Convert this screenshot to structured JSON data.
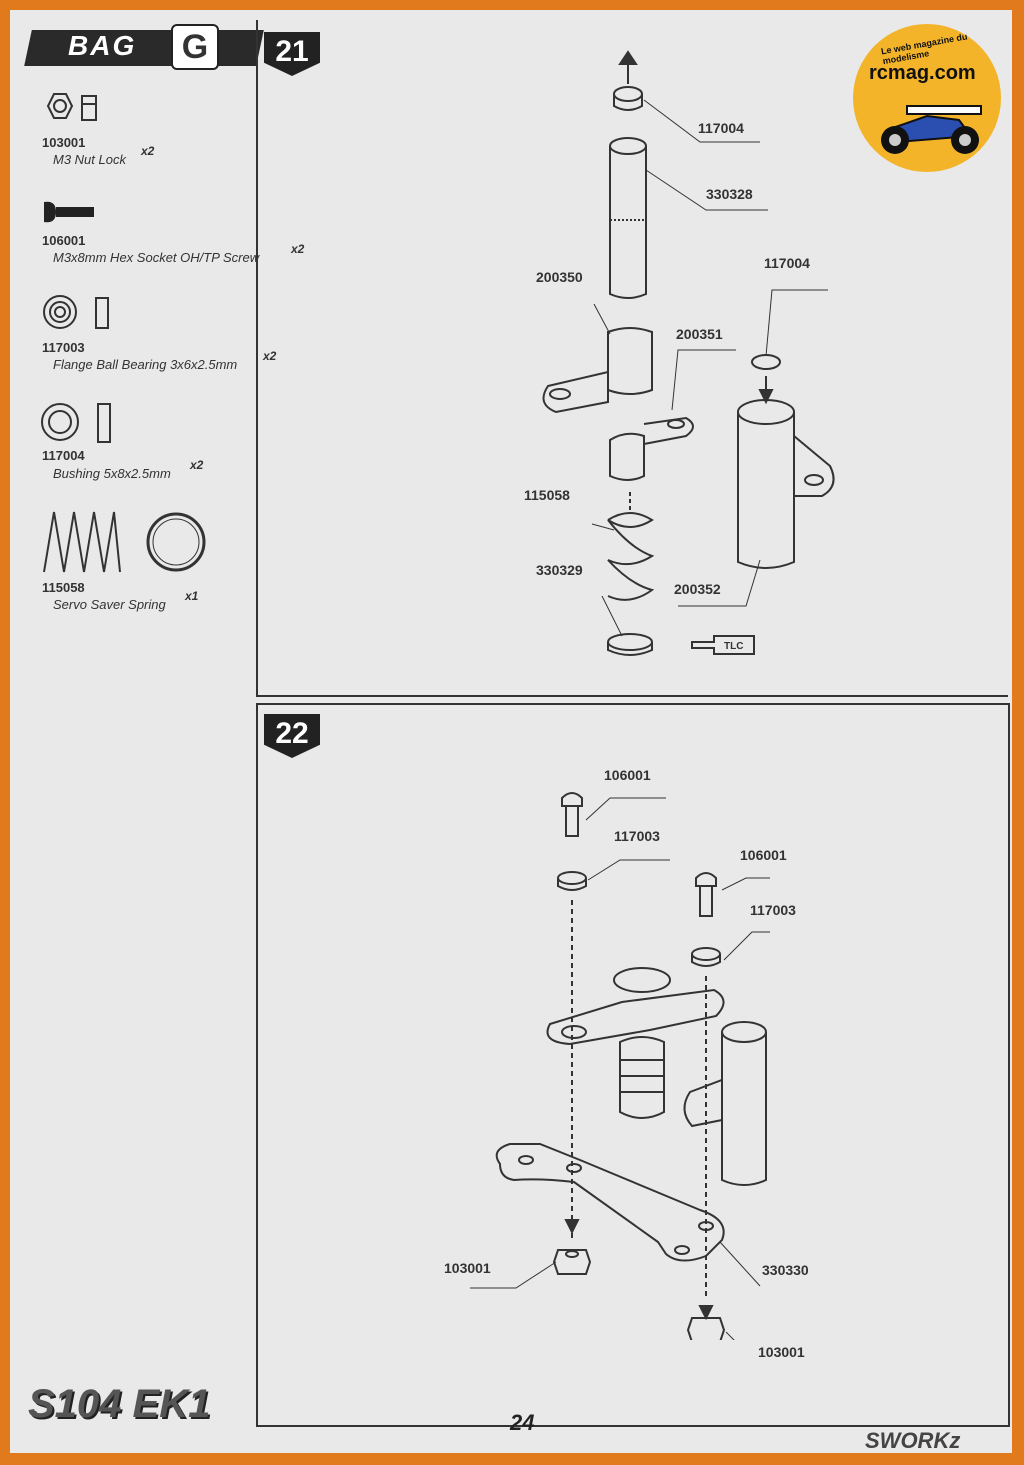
{
  "bag": {
    "label": "BAG",
    "letter": "G"
  },
  "parts": [
    {
      "code": "103001",
      "name": "M3 Nut Lock",
      "qty": "x2",
      "icon": "lock-nut-icon"
    },
    {
      "code": "106001",
      "name": "M3x8mm Hex Socket OH/TP Screw",
      "qty": "x2",
      "icon": "screw-icon"
    },
    {
      "code": "117003",
      "name": "Flange Ball Bearing 3x6x2.5mm",
      "qty": "x2",
      "icon": "flange-bearing-icon"
    },
    {
      "code": "117004",
      "name": "Bushing 5x8x2.5mm",
      "qty": "x2",
      "icon": "bushing-icon"
    },
    {
      "code": "115058",
      "name": "Servo Saver Spring",
      "qty": "x1",
      "icon": "spring-icon"
    }
  ],
  "step21": {
    "number": "21",
    "callouts": [
      "117004",
      "330328",
      "117004",
      "200350",
      "200351",
      "115058",
      "330329",
      "200352"
    ],
    "glue_label": "TLC"
  },
  "step22": {
    "number": "22",
    "callouts": [
      "106001",
      "117003",
      "106001",
      "117003",
      "103001",
      "330330",
      "103001"
    ]
  },
  "logo": {
    "tagline": "Le web magazine du modelisme",
    "name": "rcmag.com"
  },
  "footer": {
    "page_number": "24",
    "model": "S104 EK1",
    "brand": "SWORKz"
  },
  "colors": {
    "frame": "#e07a1c",
    "paper": "#e9e9e9",
    "ink": "#333333",
    "logo": "#f3b42a"
  }
}
